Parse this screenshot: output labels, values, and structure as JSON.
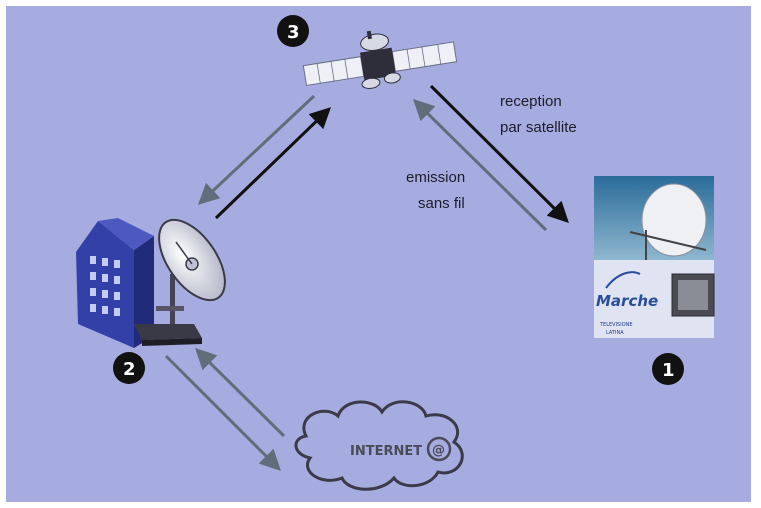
{
  "labels": {
    "reception_line1": "reception",
    "reception_line2": "par satellite",
    "emission_line1": "emission",
    "emission_line2": "sans fil",
    "internet": "INTERNET",
    "at_symbol": "@",
    "brand": "Marche",
    "brand_sub1": "TELEVISIONE",
    "brand_sub2": "LATINA"
  },
  "markers": {
    "one": "1",
    "two": "2",
    "three": "3"
  },
  "colors": {
    "background": "#a6acdf",
    "arrow_dark": "#111111",
    "arrow_gray": "#5f6e7a",
    "building": "#3340a8",
    "marker": "#111111"
  },
  "icons": [
    "satellite-icon",
    "building-icon",
    "dish-icon",
    "cloud-icon",
    "user-station-photo"
  ]
}
